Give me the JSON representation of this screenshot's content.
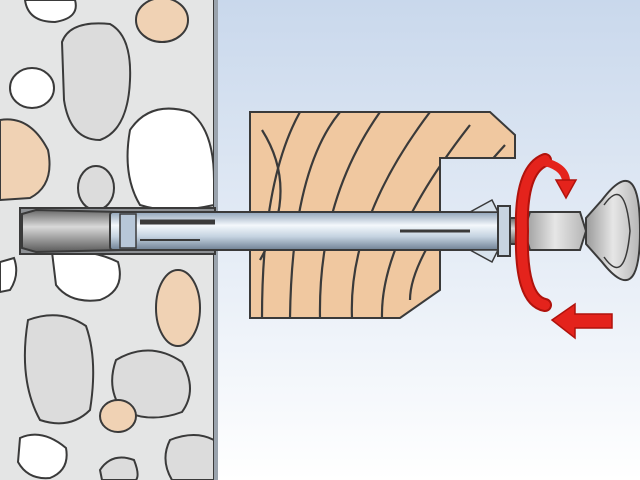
{
  "diagram": {
    "kind": "installation-step",
    "parts": {
      "masonry": "stone-wall",
      "timber": "wooden-beam",
      "anchor": "expansion-anchor-bolt",
      "tool": "socket-wrench-head"
    },
    "actions": [
      "rotate",
      "push-in"
    ]
  },
  "colors": {
    "background_sky": "#cfdcee",
    "wall_fill": "#e2e3e3",
    "stone_grey": "#dcdcdc",
    "stone_beige": "#f0d2b4",
    "stone_white": "#ffffff",
    "outline": "#3a3a3a",
    "wood": "#f0c8a0",
    "wood_grain": "#3a3a3a",
    "anchor_light": "#eef3f8",
    "anchor_mid": "#b7c7d8",
    "anchor_dark": "#6f7f90",
    "bolt_grey": "#8c8c8c",
    "arrow_red": "#e4231c",
    "arrow_red_dark": "#b0120c"
  },
  "icons": {
    "rotation": "rotate-arrow-icon",
    "direction": "push-left-arrow-icon"
  }
}
